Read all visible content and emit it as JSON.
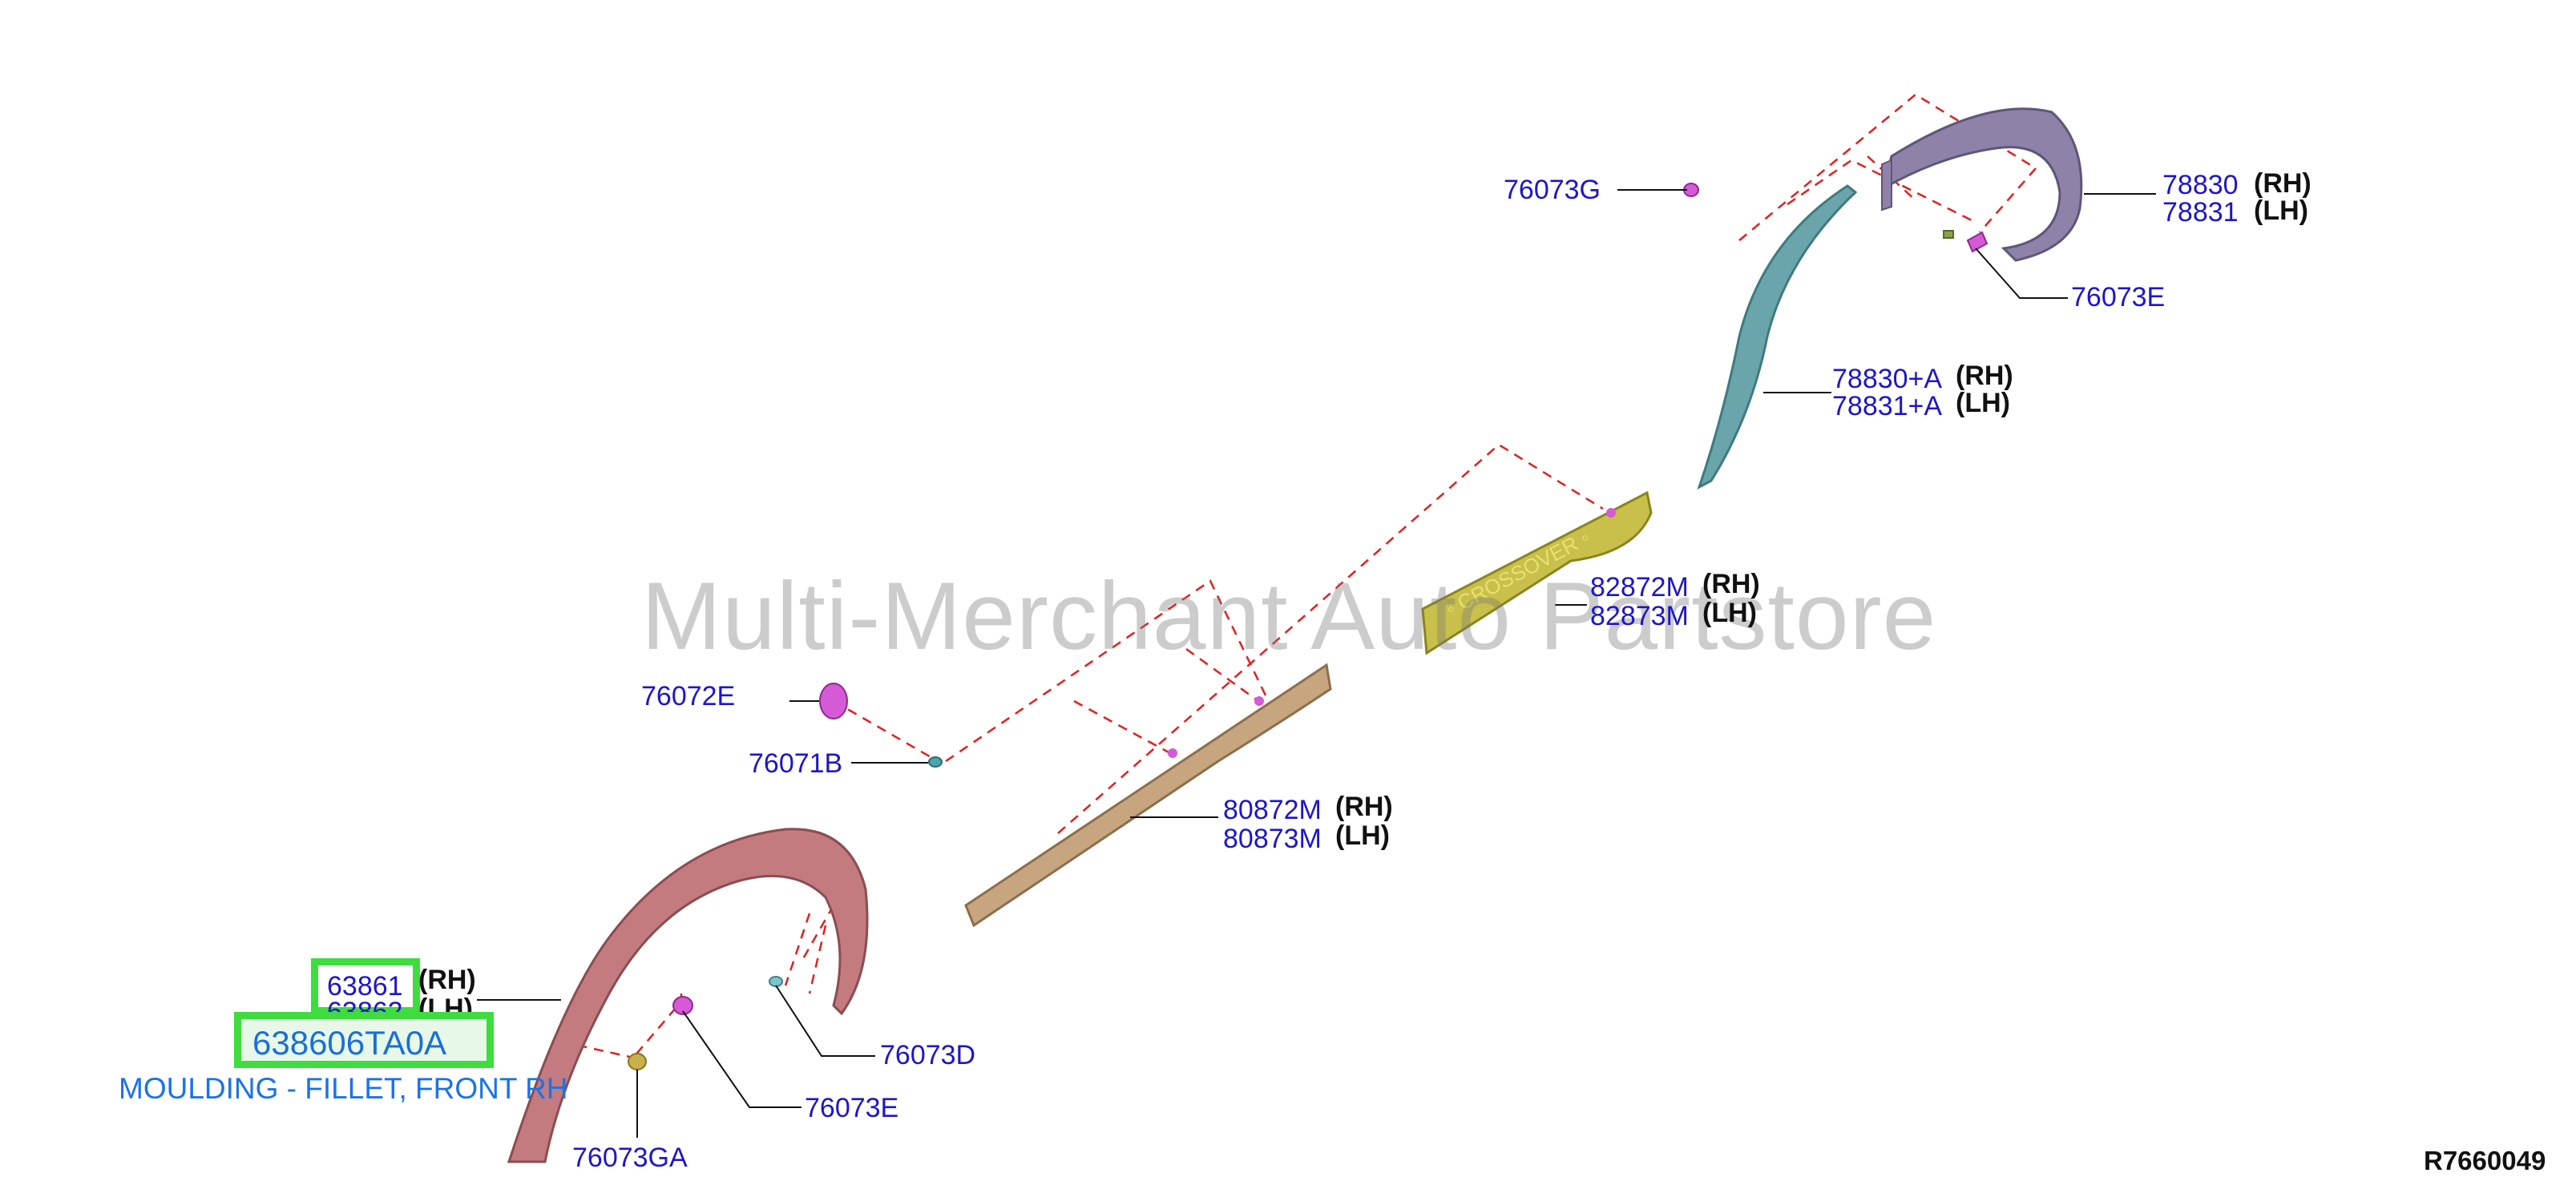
{
  "watermark": "Multi-Merchant Auto Partstore",
  "diagram_ref": "R7660049",
  "selected": {
    "part_code": "638606TA0A",
    "description": "MOULDING - FILLET, FRONT RH"
  },
  "callouts": {
    "c_76073G": "76073G",
    "c_78830": "78830",
    "c_78831": "78831",
    "c_76073E_top": "76073E",
    "c_78830A": "78830+A",
    "c_78831A": "78831+A",
    "c_82872M": "82872M",
    "c_82873M": "82873M",
    "c_76072E": "76072E",
    "c_76071B": "76071B",
    "c_80872M": "80872M",
    "c_80873M": "80873M",
    "c_63861": "63861",
    "c_63862": "63862",
    "c_76073D": "76073D",
    "c_76073E_bottom": "76073E",
    "c_76073GA": "76073GA"
  },
  "sides": {
    "rh": "(RH)",
    "lh": "(LH)"
  },
  "colors": {
    "part_number": "#1d16c9",
    "highlight": "#3edc3e",
    "description": "#1a73e8",
    "rear_wheel_arch": "#8e82a8",
    "rear_arch_extension": "#6aa5ac",
    "front_wheel_arch": "#c47b7f",
    "side_sill_moulding": "#c7a57f",
    "side_panel_badge_moulding": "#c8c04a",
    "clip_magenta": "#d45ad6",
    "leader_dash": "#e02020"
  }
}
